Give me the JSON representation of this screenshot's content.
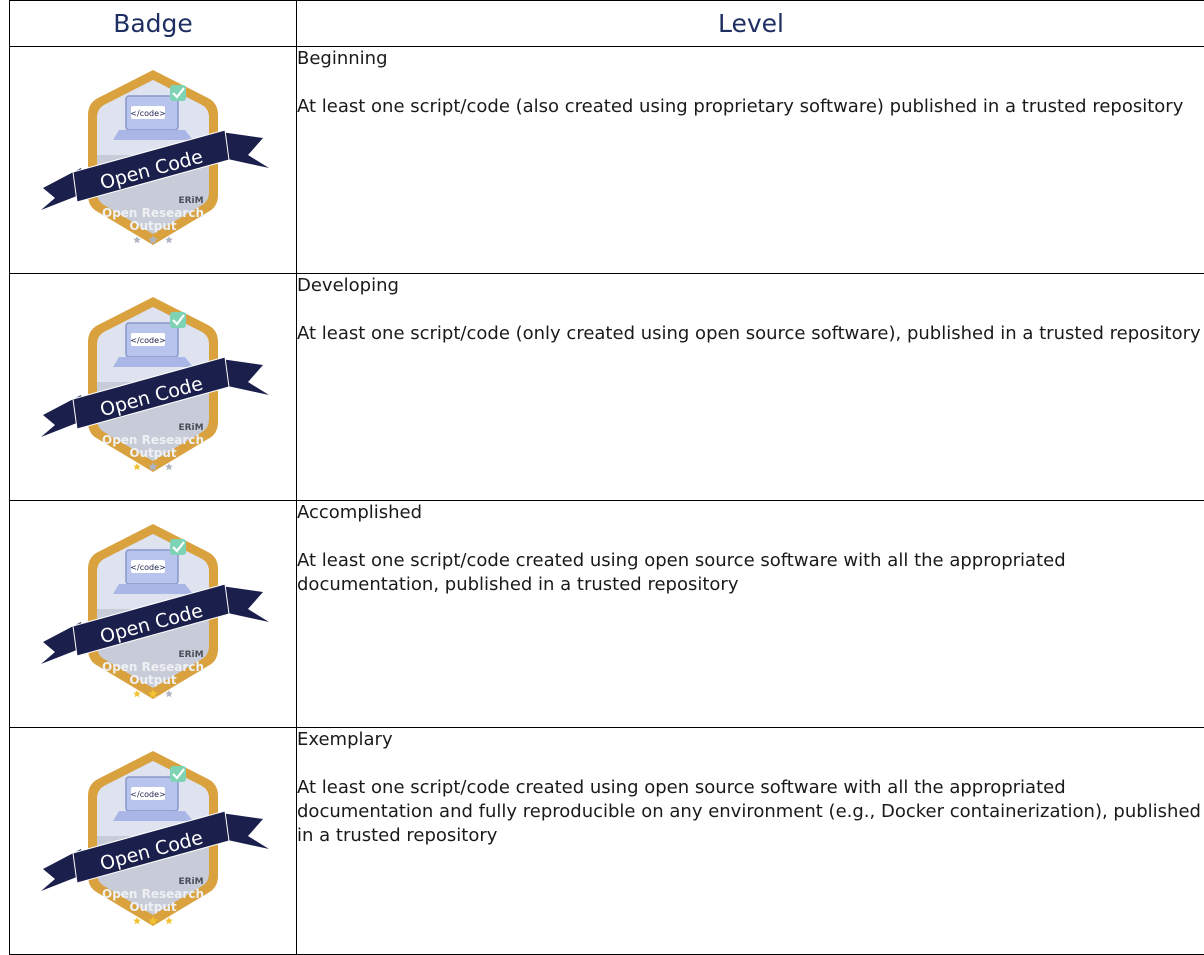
{
  "table": {
    "headers": {
      "badge": "Badge",
      "level": "Level"
    },
    "badge_text": {
      "ribbon": "Open Code",
      "code_tag": "</code>",
      "brand": "ERiM",
      "line1": "Open Research",
      "line2": "Output"
    },
    "colors": {
      "header_text": "#1f2f63",
      "badge_gold": "#d9a23f",
      "ribbon_navy": "#1b1f4b",
      "star_yellow": "#f2c230",
      "star_grey": "#aeb5c2"
    },
    "rows": [
      {
        "level": "Beginning",
        "description": "At least one script/code (also created using proprietary software) published in a trusted repository",
        "stars_filled": 0
      },
      {
        "level": "Developing",
        "description": "At least one script/code (only created using open source software), published in a trusted repository",
        "stars_filled": 1
      },
      {
        "level": "Accomplished",
        "description": "At least one script/code created using open source software with all the appropriated documentation, published in a trusted repository",
        "stars_filled": 2
      },
      {
        "level": "Exemplary",
        "description": "At least one script/code created using open source software with all the appropriated documentation and fully reproducible on any environment (e.g., Docker containerization), published in a trusted repository",
        "stars_filled": 3
      }
    ]
  }
}
